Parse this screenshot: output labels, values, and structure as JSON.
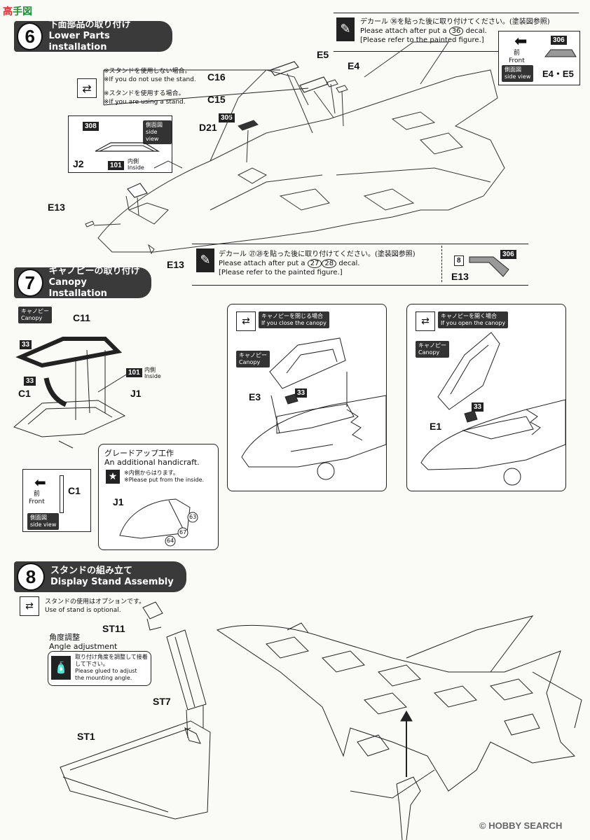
{
  "watermark": {
    "top_left_cn": "高",
    "top_left_rest": "手図",
    "bottom_right": "HOBBY SEARCH",
    "bottom_right_prefix": "©"
  },
  "step6": {
    "number": "6",
    "title_jp": "下面部品の取り付け",
    "title_en": "Lower Parts installation",
    "stand_note": {
      "no_stand_jp": "※スタンドを使用しない場合。",
      "no_stand_en": "※If you do not use the stand.",
      "part_no_stand": "C16",
      "stand_jp": "※スタンドを使用する場合。",
      "stand_en": "※If you are using a stand.",
      "part_stand": "C15"
    },
    "side_view": {
      "decal": "308",
      "tag_jp": "側面図",
      "tag_en": "side view",
      "inside_decal": "101",
      "inside_jp": "内側",
      "inside_en": "Inside",
      "part": "J2"
    },
    "parts": {
      "d21": "D21",
      "d21_decal": "306",
      "e13": "E13",
      "e13b": "E13",
      "e5": "E5",
      "e4": "E4"
    },
    "decal36": {
      "jp": "デカール ㊱を貼った後に取り付けてください。(塗装図参照)",
      "en1": "Please attach after put a",
      "num": "36",
      "en2": "decal.",
      "en3": "[Please refer to the painted figure.]"
    },
    "front_box": {
      "front_jp": "前",
      "front_en": "Front",
      "decal": "306",
      "tag_jp": "側面図",
      "tag_en": "side view",
      "parts": "E4・E5"
    },
    "decal2728": {
      "jp": "デカール ㉗㉘を貼った後に取り付けてください。(塗装図参照)",
      "en1": "Please attach after put a",
      "num1": "27",
      "num2": "28",
      "en2": "decal.",
      "en3": "[Please refer to the painted figure.]"
    },
    "e13_box": {
      "decal1": "8",
      "decal2": "306",
      "part": "E13"
    }
  },
  "step7": {
    "number": "7",
    "title_jp": "キャノピーの取り付け",
    "title_en": "Canopy Installation",
    "canopy_tag_jp": "キャノピー",
    "canopy_tag_en": "Canopy",
    "parts": {
      "c11": "C11",
      "c1": "C1",
      "j1": "J1",
      "d33a": "33",
      "d33b": "33",
      "d101": "101",
      "inside_jp": "内側",
      "inside_en": "Inside"
    },
    "close": {
      "jp": "キャノピーを閉じる場合",
      "en": "If you close the canopy",
      "canopy_jp": "キャノピー",
      "canopy_en": "Canopy",
      "part": "E3",
      "decal": "33"
    },
    "open": {
      "jp": "キャノピーを開く場合",
      "en": "If you open the canopy",
      "canopy_jp": "キャノピー",
      "canopy_en": "Canopy",
      "part": "E1",
      "decal": "33"
    },
    "front": {
      "jp": "前",
      "en": "Front",
      "part": "C1",
      "tag_jp": "側面図",
      "tag_en": "side view"
    },
    "upgrade": {
      "jp": "グレードアップ工作",
      "en": "An additional handicraft.",
      "note_jp": "※内側からはります。",
      "note_en": "※Please put from the inside.",
      "part": "J1",
      "d63": "63",
      "d67": "67",
      "d64": "64"
    }
  },
  "step8": {
    "number": "8",
    "title_jp": "スタンドの組み立て",
    "title_en": "Display Stand Assembly",
    "optional_jp": "スタンドの使用はオプションです。",
    "optional_en": "Use of stand is optional.",
    "parts": {
      "st11": "ST11",
      "st7": "ST7",
      "st1": "ST1"
    },
    "angle": {
      "jp": "角度調整",
      "en": "Angle adjustment",
      "note_jp": "取り付け角度を調整して接着して下さい。",
      "note_en1": "Please glued to adjust",
      "note_en2": "the mounting angle."
    }
  }
}
